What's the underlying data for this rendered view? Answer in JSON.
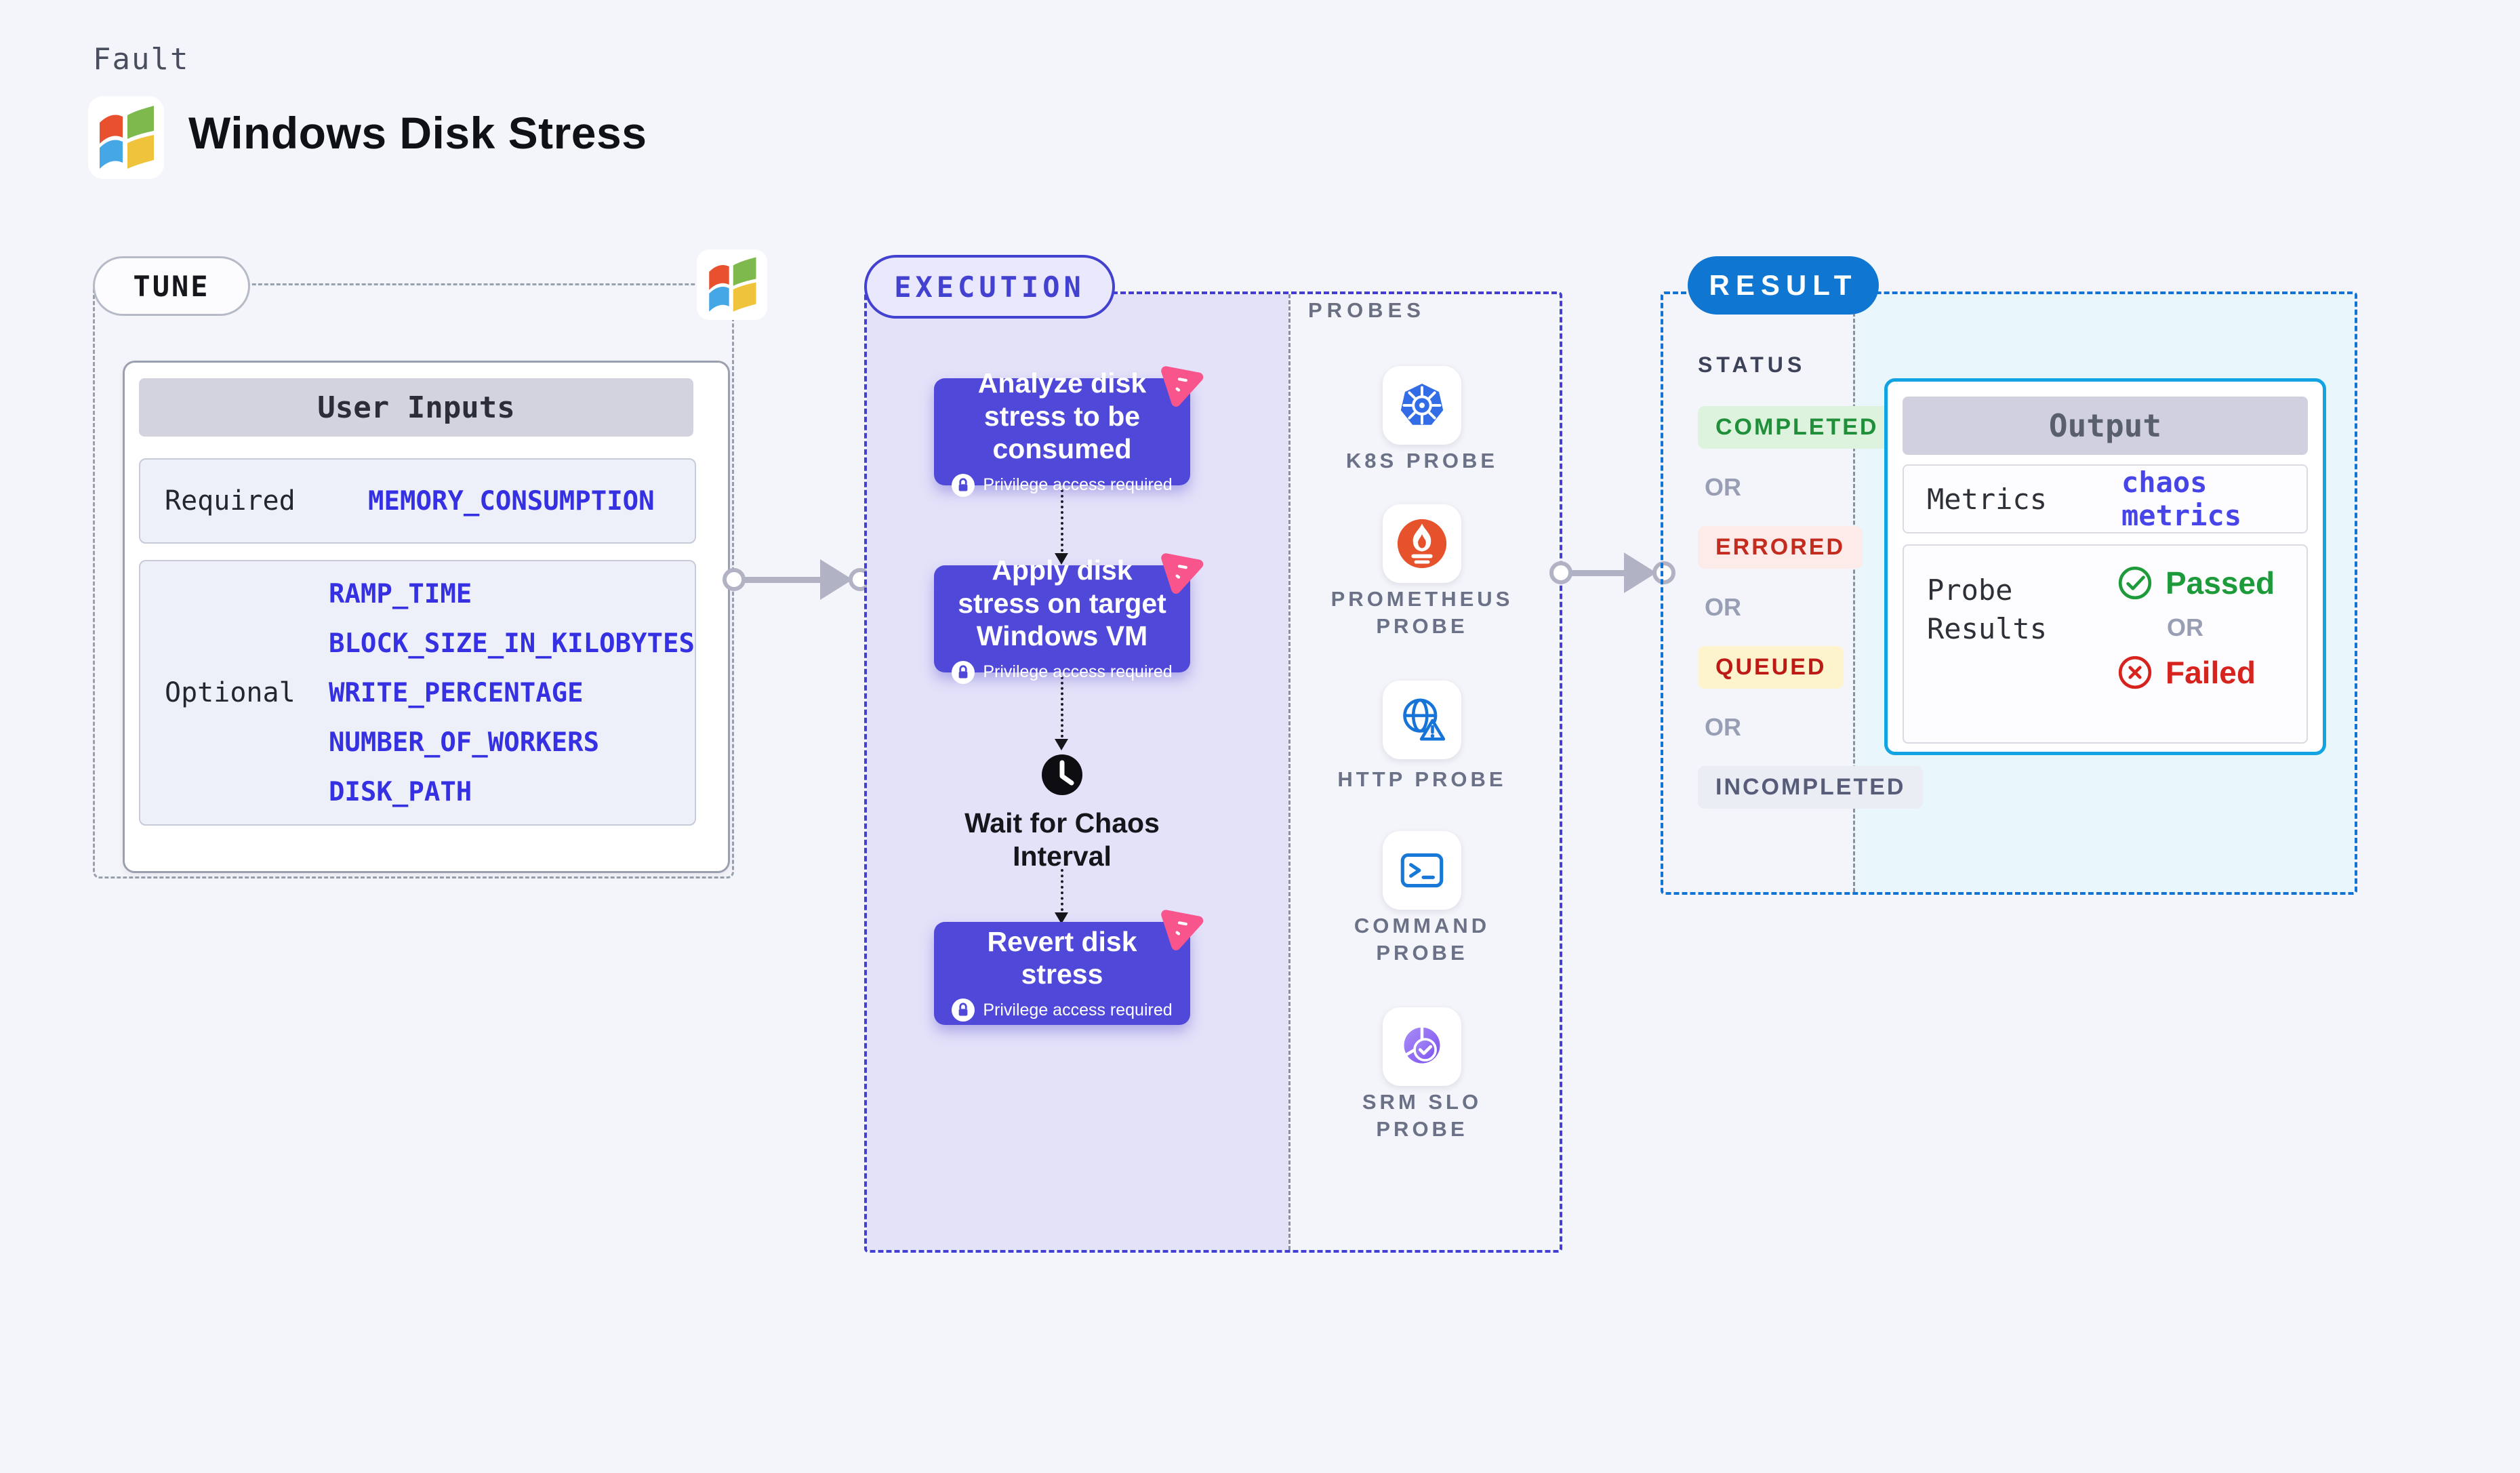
{
  "header": {
    "eyebrow": "Fault",
    "title": "Windows Disk Stress",
    "logo_icon": "windows-logo-icon"
  },
  "tune": {
    "badge": "TUNE",
    "corner_icon": "windows-logo-icon",
    "table_title": "User Inputs",
    "required_label": "Required",
    "required_params": [
      "MEMORY_CONSUMPTION"
    ],
    "optional_label": "Optional",
    "optional_params": [
      "RAMP_TIME",
      "BLOCK_SIZE_IN_KILOBYTES",
      "WRITE_PERCENTAGE",
      "NUMBER_OF_WORKERS",
      "DISK_PATH"
    ]
  },
  "execution": {
    "badge": "EXECUTION",
    "steps": [
      {
        "title": "Analyze disk stress to be consumed",
        "note": "Privilege access required",
        "corner_icon": "litmus-chaos-icon",
        "note_icon": "lock-icon"
      },
      {
        "title": "Apply disk stress on target Windows VM",
        "note": "Privilege access required",
        "corner_icon": "litmus-chaos-icon",
        "note_icon": "lock-icon"
      },
      {
        "title": "Revert disk stress",
        "note": "Privilege access required",
        "corner_icon": "litmus-chaos-icon",
        "note_icon": "lock-icon"
      }
    ],
    "wait_label": "Wait for Chaos Interval",
    "wait_icon": "clock-icon"
  },
  "probes": {
    "heading": "PROBES",
    "items": [
      {
        "label": "K8S PROBE",
        "icon": "kubernetes-icon"
      },
      {
        "label": "PROMETHEUS PROBE",
        "icon": "prometheus-icon"
      },
      {
        "label": "HTTP PROBE",
        "icon": "http-globe-warning-icon"
      },
      {
        "label": "COMMAND PROBE",
        "icon": "terminal-icon"
      },
      {
        "label": "SRM SLO PROBE",
        "icon": "slo-pie-check-icon"
      }
    ]
  },
  "result": {
    "badge": "RESULT",
    "status_heading": "STATUS",
    "or_label": "OR",
    "statuses": [
      {
        "label": "COMPLETED",
        "color": "#1f8f39",
        "bg": "#def3de"
      },
      {
        "label": "ERRORED",
        "color": "#c32b1f",
        "bg": "#fcebe9"
      },
      {
        "label": "QUEUED",
        "color": "#bd1a16",
        "bg": "#fdf3cd"
      },
      {
        "label": "INCOMPLETED",
        "color": "#575d78",
        "bg": "#ebedf5"
      }
    ],
    "output": {
      "title": "Output",
      "metrics_label": "Metrics",
      "metrics_value": "chaos metrics",
      "probe_results_label": "Probe Results",
      "passed_label": "Passed",
      "passed_icon": "check-circle-icon",
      "or_label": "OR",
      "failed_label": "Failed",
      "failed_icon": "x-circle-icon"
    }
  },
  "colors": {
    "page_bg": "#f4f5fa",
    "node_indigo": "#4f48d8",
    "execution_panel": "#e4e2f9",
    "execution_border": "#4341cf",
    "result_badge_blue": "#0f76d2",
    "result_dashed_blue": "#1173d3",
    "output_border_cyan": "#12a3e2",
    "output_panel_cyan": "#e9f7fd",
    "param_blue": "#3531e3",
    "metrics_value_indigo": "#4845e8",
    "passed_green": "#1d9b3a",
    "failed_red": "#d6231d",
    "litmus_pink": "#f7558c",
    "arrow_gray": "#b1b3c5"
  }
}
